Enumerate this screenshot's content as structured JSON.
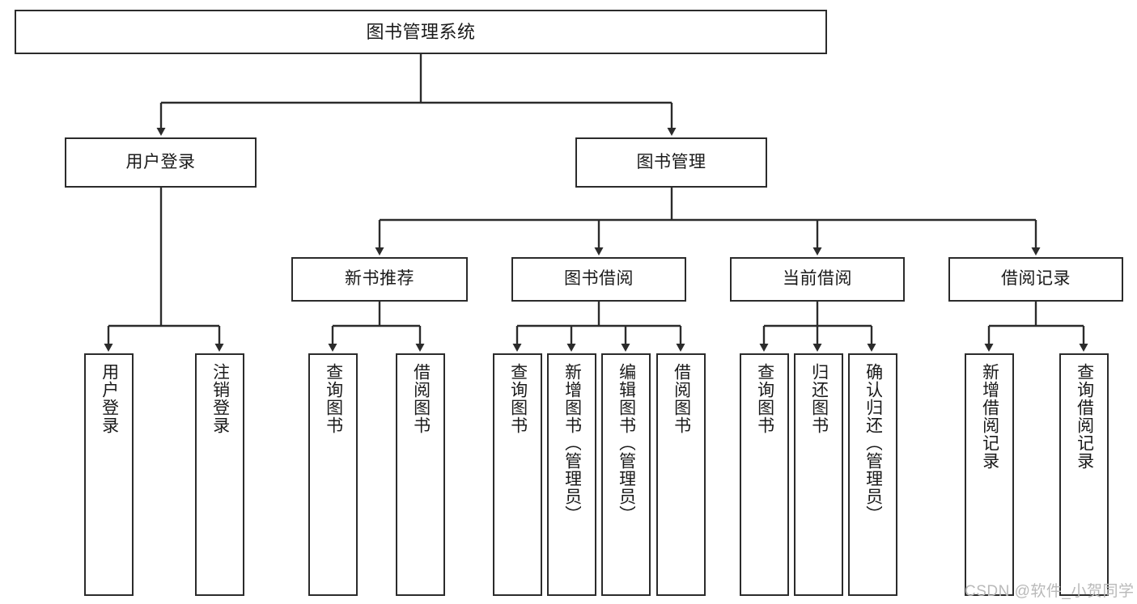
{
  "diagram": {
    "title": "图书管理系统",
    "type": "tree-hierarchy",
    "colors": {
      "box_border": "#2b2b2b",
      "box_fill": "#ffffff",
      "connector": "#2b2b2b",
      "text": "#1a1a1a",
      "watermark": "#b9b9b9",
      "background": "#ffffff"
    }
  },
  "nodes": {
    "root": {
      "label": "图书管理系统"
    },
    "level2": [
      {
        "label": "用户登录"
      },
      {
        "label": "图书管理"
      }
    ],
    "level3": [
      {
        "label": "新书推荐"
      },
      {
        "label": "图书借阅"
      },
      {
        "label": "当前借阅"
      },
      {
        "label": "借阅记录"
      }
    ],
    "leaves": {
      "user_login": [
        {
          "label": "用户登录"
        },
        {
          "label": "注销登录"
        }
      ],
      "new_book": [
        {
          "label": "查询图书"
        },
        {
          "label": "借阅图书"
        }
      ],
      "book_borrow": [
        {
          "label": "查询图书"
        },
        {
          "label": "新增图书（管理员）"
        },
        {
          "label": "编辑图书（管理员）"
        },
        {
          "label": "借阅图书"
        }
      ],
      "current_borrow": [
        {
          "label": "查询图书"
        },
        {
          "label": "归还图书"
        },
        {
          "label": "确认归还（管理员）"
        }
      ],
      "borrow_record": [
        {
          "label": "新增借阅记录"
        },
        {
          "label": "查询借阅记录"
        }
      ]
    }
  },
  "watermark": {
    "text": "CSDN @软件_小贺同学"
  }
}
